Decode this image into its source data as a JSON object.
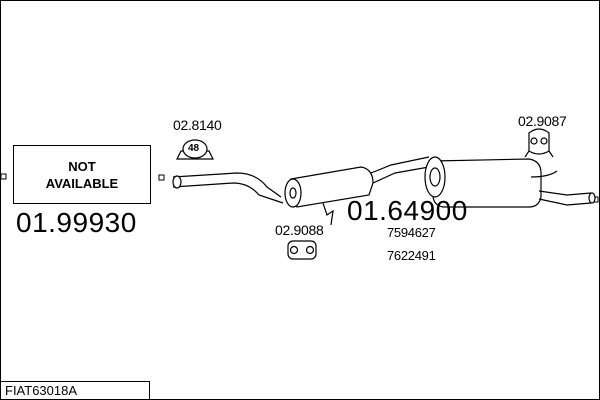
{
  "left_box": {
    "text": "NOT\nAVAILABLE"
  },
  "left_part_number": "01.99930",
  "middle_part_number": "01.64900",
  "clamp_top": {
    "code": "02.8140",
    "size": "48"
  },
  "mount_bottom": {
    "code": "02.9088"
  },
  "mount_right": {
    "code": "02.9087"
  },
  "oem_numbers": [
    "7594627",
    "7622491"
  ],
  "footer_code": "FIAT63018A"
}
